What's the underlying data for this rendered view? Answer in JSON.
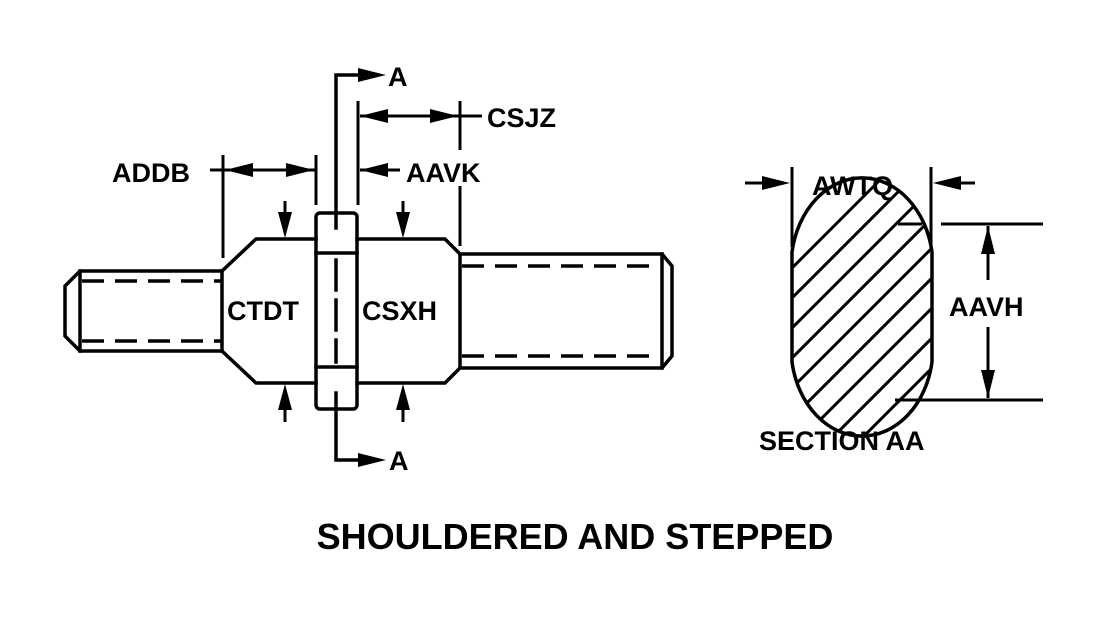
{
  "title": "SHOULDERED AND STEPPED",
  "side_view": {
    "section_marker_top": "A",
    "section_marker_bottom": "A",
    "dimensions": {
      "addb": "ADDB",
      "csjz": "CSJZ",
      "aavk": "AAVK",
      "ctdt": "CTDT",
      "csxh": "CSXH"
    }
  },
  "section_view": {
    "caption": "SECTION AA",
    "dimensions": {
      "awtq": "AWTQ",
      "aavh": "AAVH"
    }
  },
  "colors": {
    "line": "#000000",
    "background": "#ffffff"
  }
}
